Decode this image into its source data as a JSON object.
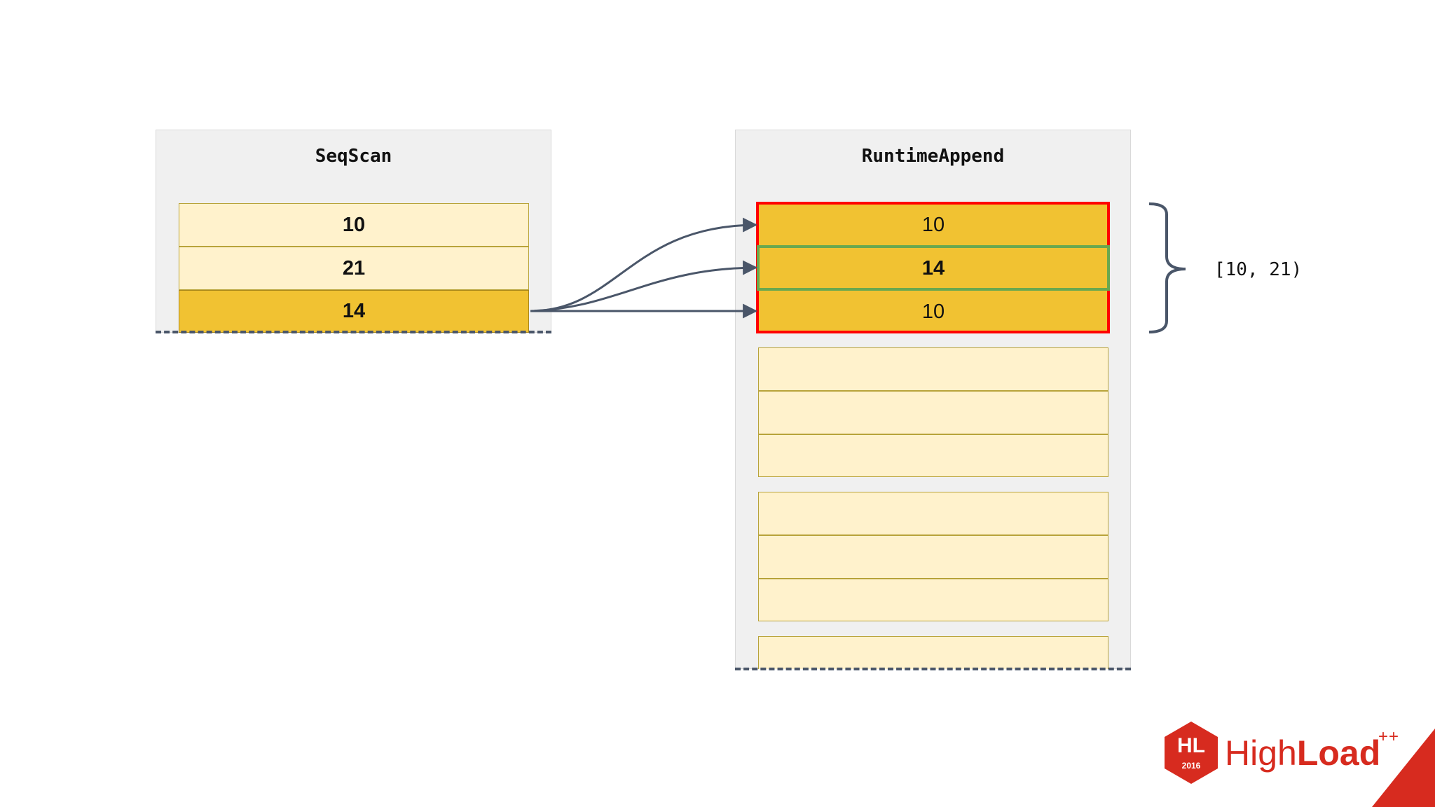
{
  "seqscan": {
    "title": "SeqScan",
    "rows": [
      "10",
      "21",
      "14"
    ]
  },
  "runtime_append": {
    "title": "RuntimeAppend",
    "rows": [
      "10",
      "14",
      "10"
    ]
  },
  "range": {
    "label": "[10, 21)"
  },
  "logo": {
    "badge": "HL",
    "year": "2016",
    "word_light": "High",
    "word_bold": "Load",
    "superscript": "++"
  },
  "colors": {
    "panel_bg": "#f0f0f0",
    "cell_light": "#fff2cc",
    "cell_dark": "#f1c232",
    "highlight_red": "#ff0000",
    "highlight_green": "#6aa84f",
    "arrow": "#4a5669",
    "brand_red": "#d72b1f"
  }
}
